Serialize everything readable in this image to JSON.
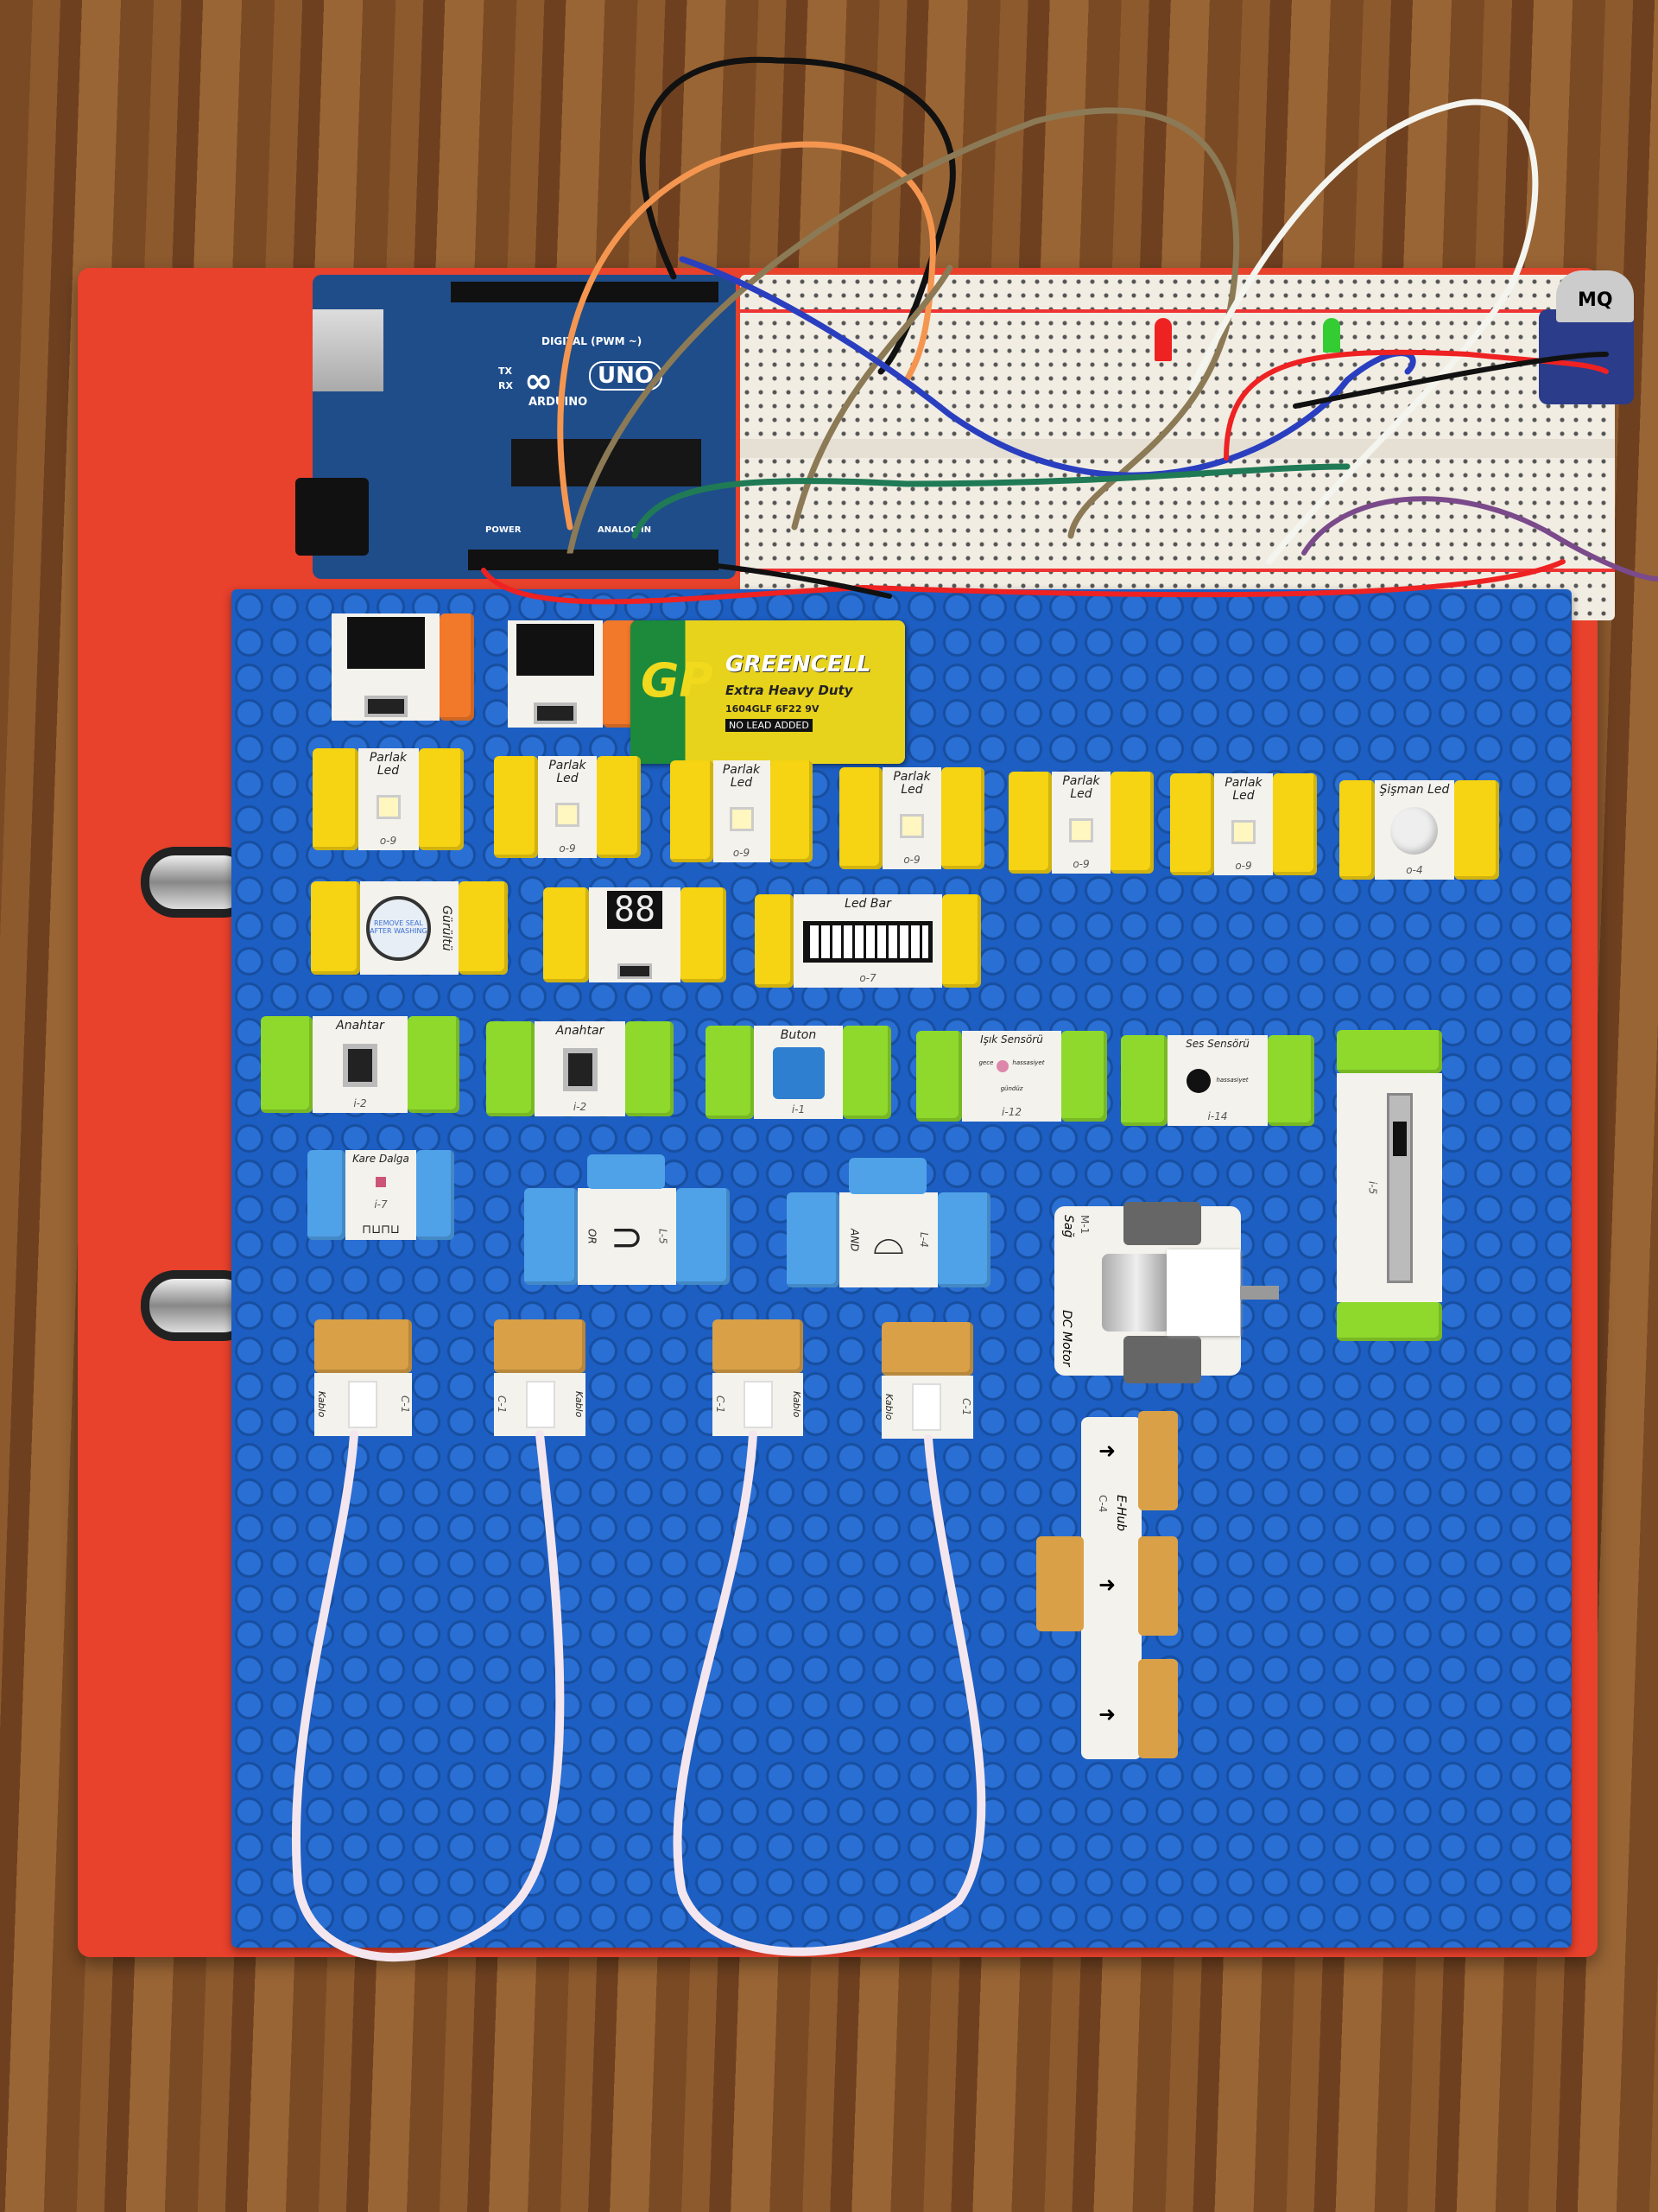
{
  "arduino": {
    "brand": "ARDUINO",
    "model": "UNO",
    "header_label": "DIGITAL (PWM ~)",
    "power_label": "POWER",
    "analog_label": "ANALOG IN",
    "tx": "TX",
    "rx": "RX"
  },
  "sensor_top_right": {
    "label": "MQ"
  },
  "battery": {
    "brand": "GP",
    "name": "GREENCELL",
    "type": "Extra Heavy Duty",
    "model": "1604GLF 6F22 9V",
    "note": "NO LEAD ADDED"
  },
  "row_leds": [
    {
      "label": "Parlak Led",
      "code": "o-9"
    },
    {
      "label": "Parlak Led",
      "code": "o-9"
    },
    {
      "label": "Parlak Led",
      "code": "o-9"
    },
    {
      "label": "Parlak Led",
      "code": "o-9"
    },
    {
      "label": "Parlak Led",
      "code": "o-9"
    },
    {
      "label": "Parlak Led",
      "code": "o-9"
    },
    {
      "label": "Şişman Led",
      "code": "o-4"
    }
  ],
  "row_outputs": [
    {
      "label": "Gürültü",
      "buzzer_text": "REMOVE SEAL AFTER WASHING"
    },
    {
      "label": "88"
    },
    {
      "label": "Led Bar",
      "code": "o-7"
    }
  ],
  "row_inputs": [
    {
      "label": "Anahtar",
      "code": "i-2"
    },
    {
      "label": "Anahtar",
      "code": "i-2"
    },
    {
      "label": "Buton",
      "code": "i-1"
    },
    {
      "label": "Işık Sensörü",
      "code": "i-12",
      "sub1": "gece",
      "sub2": "gündüz",
      "sub3": "hassasiyet"
    },
    {
      "label": "Ses Sensörü",
      "code": "i-14",
      "sub1": "hassasiyet"
    },
    {
      "label": "",
      "code": "i-5"
    }
  ],
  "row_logic": [
    {
      "label": "Kare Dalga",
      "code": "i-7"
    },
    {
      "label": "OR",
      "code": "L-5"
    },
    {
      "label": "AND",
      "code": "L-4"
    }
  ],
  "motor": {
    "label1": "Sağ",
    "code": "M-1",
    "label2": "DC Motor"
  },
  "cables": [
    {
      "label": "Kablo",
      "code": "C-1"
    },
    {
      "label": "Kablo",
      "code": "C-1"
    },
    {
      "label": "Kablo",
      "code": "C-1"
    },
    {
      "label": "Kablo",
      "code": "C-1"
    }
  ],
  "ehub": {
    "label": "E-Hub",
    "code": "C-4"
  },
  "colors": {
    "binder": "#e8412c",
    "baseplate": "#1d5ec2",
    "power": "#f2782a",
    "output": "#f6d313",
    "input": "#8ed92c",
    "logic": "#4fa2e8",
    "wire": "#d9a048"
  }
}
